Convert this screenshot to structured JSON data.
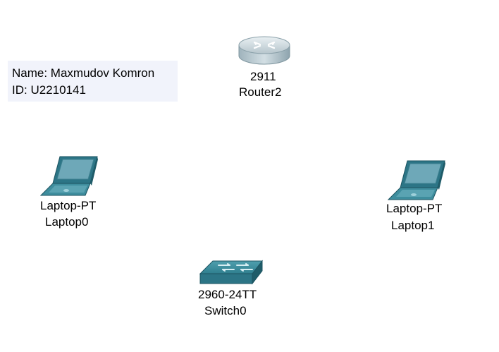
{
  "note": {
    "name_line": "Name: Maxmudov Komron",
    "id_line": "ID: U2210141"
  },
  "devices": {
    "router": {
      "model": "2911",
      "name": "Router2",
      "icon": "router-icon"
    },
    "laptop0": {
      "model": "Laptop-PT",
      "name": "Laptop0",
      "icon": "laptop-icon"
    },
    "laptop1": {
      "model": "Laptop-PT",
      "name": "Laptop1",
      "icon": "laptop-icon"
    },
    "switch": {
      "model": "2960-24TT",
      "name": "Switch0",
      "icon": "switch-icon"
    }
  },
  "colors": {
    "note_background": "#f1f3fb",
    "router": "#b9c8cf",
    "device_teal": "#2f7f8f"
  }
}
